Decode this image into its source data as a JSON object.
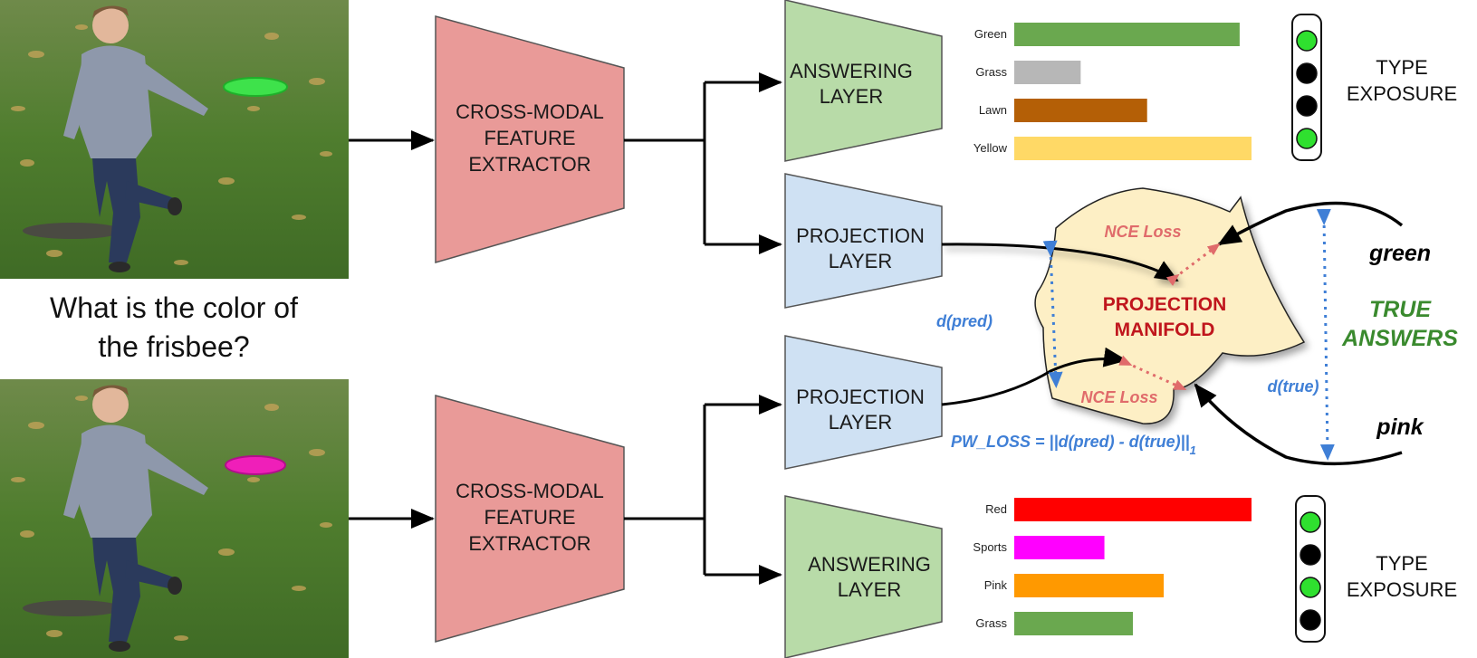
{
  "question": {
    "line1": "What is the color of",
    "line2": "the frisbee?"
  },
  "colors": {
    "extractor": "#e99a98",
    "answering": "#b8dba8",
    "projection": "#cfe1f3",
    "manifold": "#fdefc5",
    "nce": "#e06b6b",
    "distance": "#3f7fd6",
    "true_answers": "#3a8a2e",
    "frisbee_top": "#3ee24b",
    "frisbee_bottom": "#ef1fb9"
  },
  "extractor": {
    "line1": "CROSS-MODAL",
    "line2": "FEATURE",
    "line3": "EXTRACTOR"
  },
  "answering": {
    "line1": "ANSWERING",
    "line2": "LAYER"
  },
  "projection": {
    "line1": "PROJECTION",
    "line2": "LAYER"
  },
  "manifold": {
    "line1": "PROJECTION",
    "line2": "MANIFOLD"
  },
  "losses": {
    "nce": "NCE Loss",
    "d_pred": "d(pred)",
    "d_true": "d(true)",
    "pw_loss": "PW_LOSS =  ||d(pred) - d(true)||",
    "pw_loss_sub": "1"
  },
  "true_answers": {
    "line1": "TRUE",
    "line2": "ANSWERS"
  },
  "answer_words": {
    "top": "green",
    "bottom": "pink"
  },
  "type_exposure": {
    "line1": "TYPE",
    "line2": "EXPOSURE"
  },
  "type_lights": {
    "top": [
      "green",
      "black",
      "black",
      "green"
    ],
    "bottom": [
      "green",
      "black",
      "green",
      "black"
    ]
  },
  "chart_data": [
    {
      "type": "bar",
      "orientation": "horizontal",
      "categories": [
        "Green",
        "Grass",
        "Lawn",
        "Yellow"
      ],
      "values": [
        0.95,
        0.28,
        0.56,
        1.0
      ],
      "colors": [
        "#6aa84f",
        "#b7b7b7",
        "#b45f06",
        "#ffd966"
      ]
    },
    {
      "type": "bar",
      "orientation": "horizontal",
      "categories": [
        "Red",
        "Sports",
        "Pink",
        "Grass"
      ],
      "values": [
        1.0,
        0.38,
        0.63,
        0.5
      ],
      "colors": [
        "#ff0000",
        "#ff00ff",
        "#ff9900",
        "#6aa84f"
      ]
    }
  ]
}
